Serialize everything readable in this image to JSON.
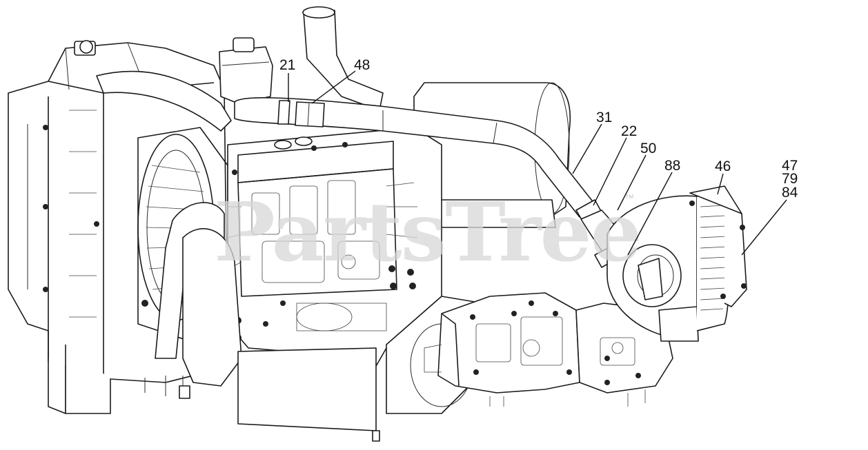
{
  "watermark": {
    "text": "PartsTree",
    "trademark": "™"
  },
  "callouts": [
    "21",
    "48",
    "31",
    "22",
    "50",
    "88",
    "46",
    "47",
    "79",
    "84"
  ]
}
